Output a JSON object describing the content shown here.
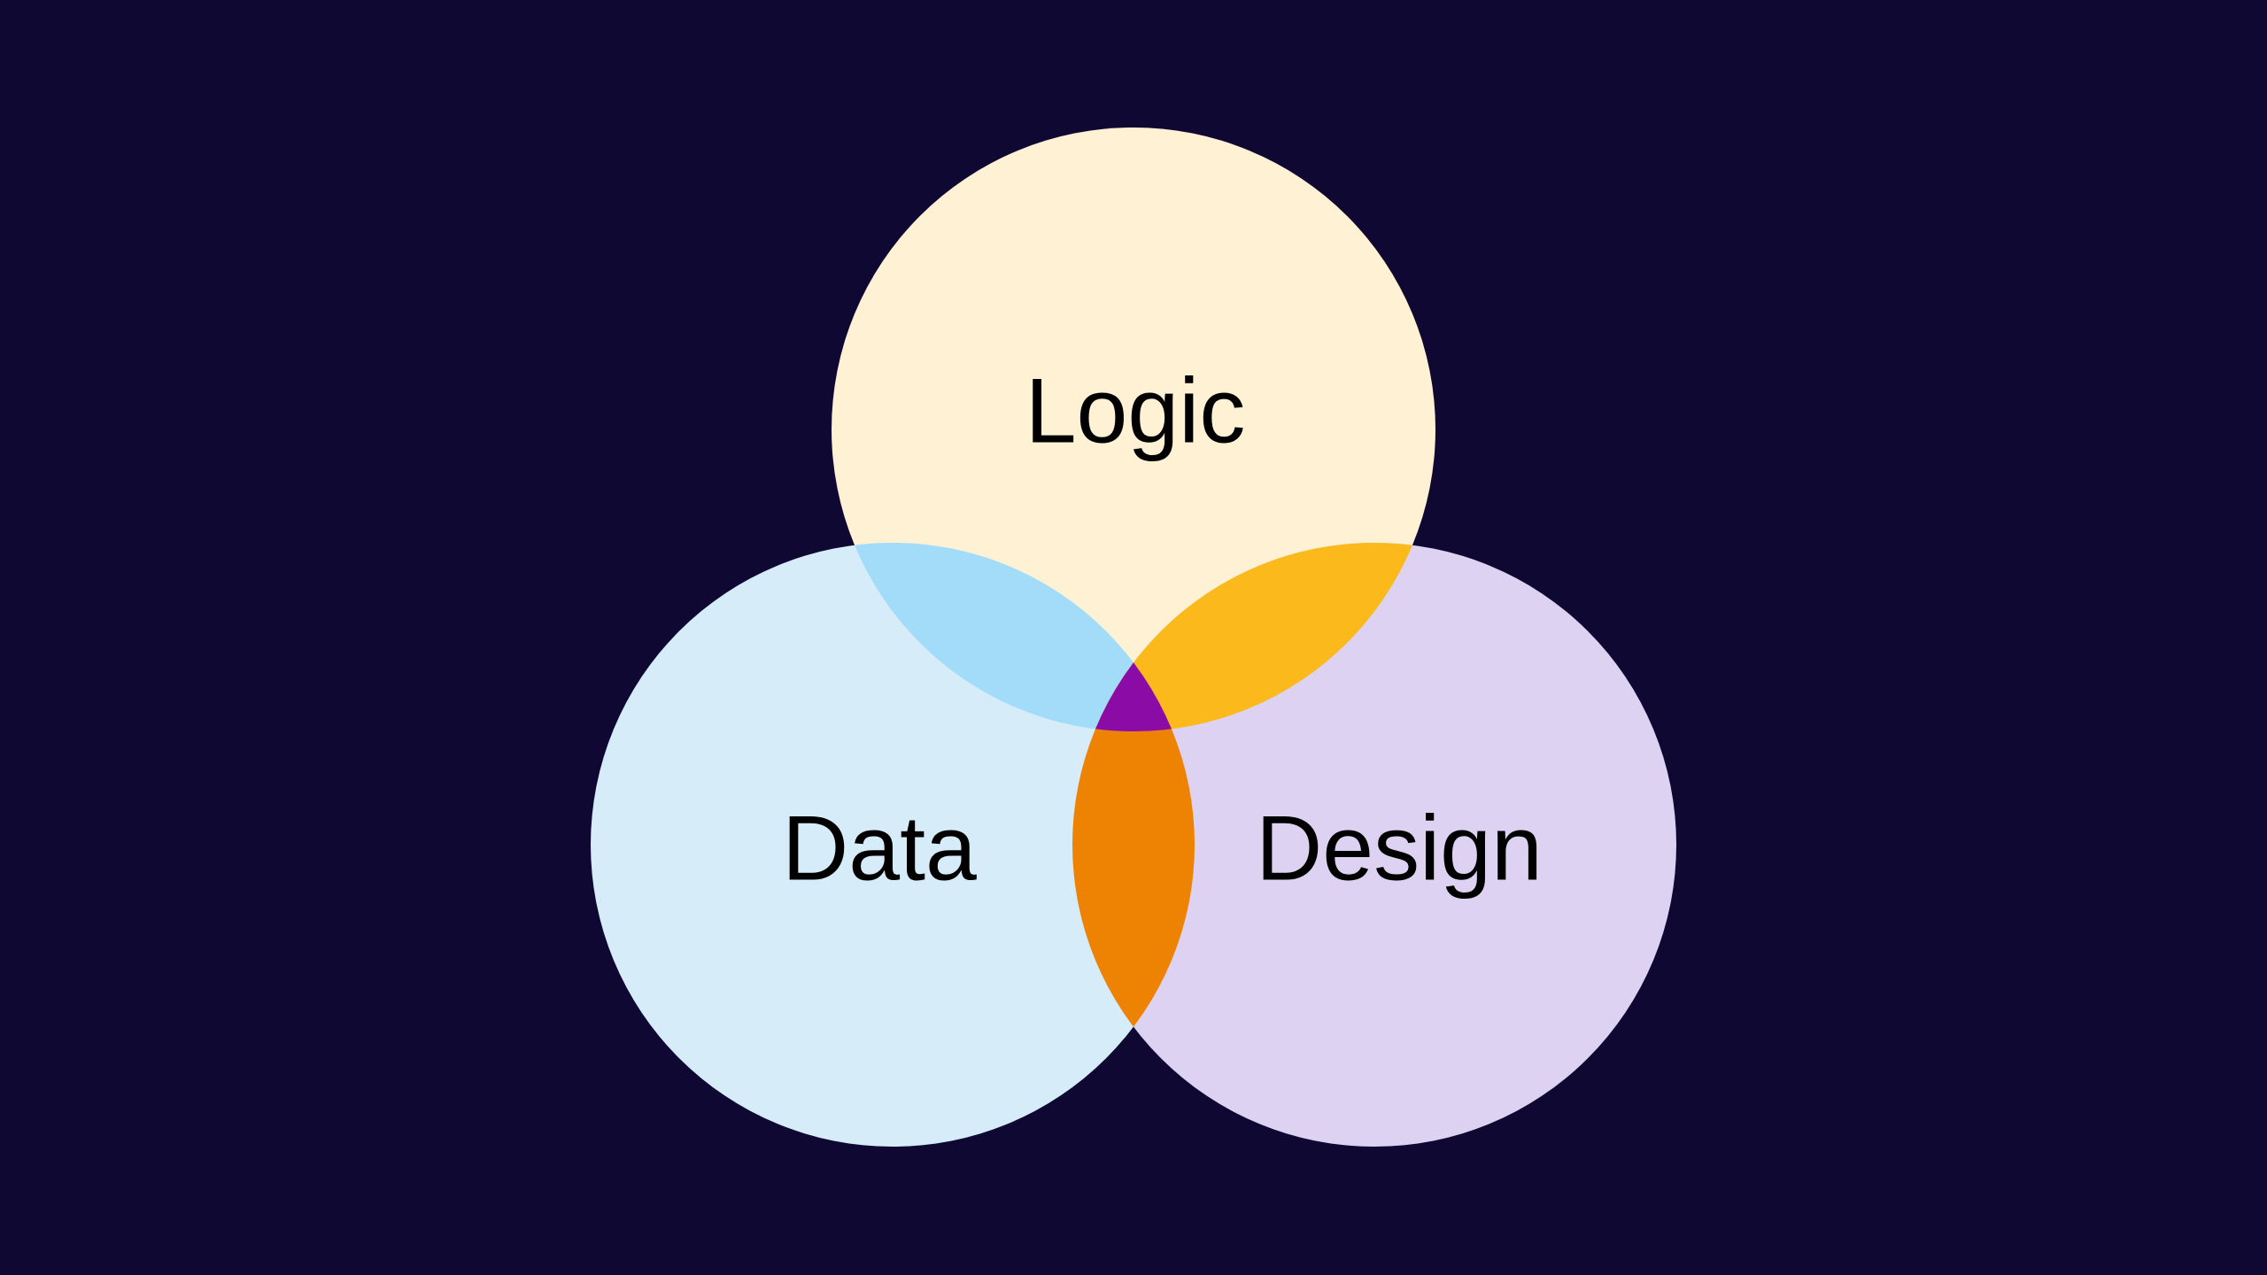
{
  "background_color": "#0f0833",
  "circles": [
    {
      "id": "logic",
      "label": "Logic",
      "color": "#fff1d4"
    },
    {
      "id": "data",
      "label": "Data",
      "color": "#d6edf9"
    },
    {
      "id": "design",
      "label": "Design",
      "color": "#ddd2f2"
    }
  ],
  "overlaps": {
    "logic_data": {
      "color": "#a2dcf9"
    },
    "logic_design": {
      "color": "#fcb91b"
    },
    "data_design": {
      "color": "#ed8203"
    },
    "all_three": {
      "color": "#8b0ba6"
    }
  }
}
